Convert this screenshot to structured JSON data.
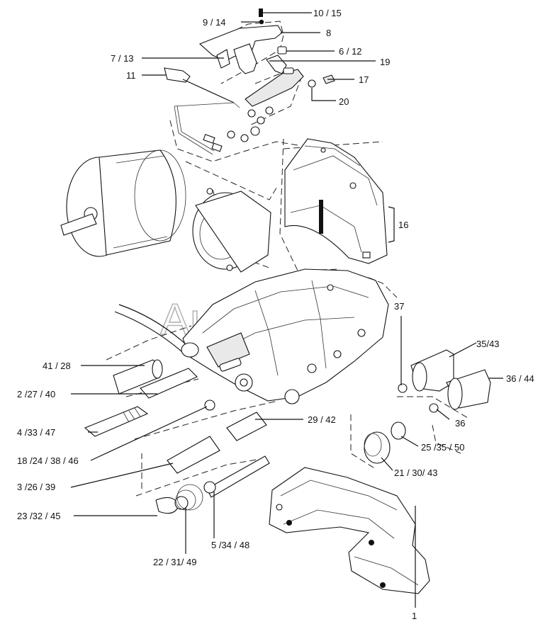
{
  "watermark": "AutoSoft",
  "callouts": [
    {
      "id": "c-10-15",
      "text": "10 / 15"
    },
    {
      "id": "c-9-14",
      "text": "9  / 14"
    },
    {
      "id": "c-8",
      "text": "8"
    },
    {
      "id": "c-6-12",
      "text": "6 / 12"
    },
    {
      "id": "c-7-13",
      "text": "7 / 13"
    },
    {
      "id": "c-19",
      "text": "19"
    },
    {
      "id": "c-11",
      "text": "11"
    },
    {
      "id": "c-17",
      "text": "17"
    },
    {
      "id": "c-20",
      "text": "20"
    },
    {
      "id": "c-16",
      "text": "16"
    },
    {
      "id": "c-37",
      "text": "37"
    },
    {
      "id": "c-35-43",
      "text": "35/43"
    },
    {
      "id": "c-41-28",
      "text": "41 / 28"
    },
    {
      "id": "c-36-44",
      "text": "36 / 44"
    },
    {
      "id": "c-2-27-40",
      "text": "2 /27 / 40"
    },
    {
      "id": "c-36",
      "text": "36"
    },
    {
      "id": "c-4-33-47",
      "text": "4 /33 / 47"
    },
    {
      "id": "c-29-42",
      "text": "29 / 42"
    },
    {
      "id": "c-25-35-50",
      "text": "25 /35 / 50"
    },
    {
      "id": "c-18-24-38-46",
      "text": "18 /24 / 38 / 46"
    },
    {
      "id": "c-21-30-43",
      "text": "21 / 30/ 43"
    },
    {
      "id": "c-3-26-39",
      "text": "3 /26 / 39"
    },
    {
      "id": "c-23-32-45",
      "text": "23 /32 / 45"
    },
    {
      "id": "c-5-34-48",
      "text": "5 /34 / 48"
    },
    {
      "id": "c-22-31-49",
      "text": "22 / 31/ 49"
    },
    {
      "id": "c-1",
      "text": "1"
    }
  ]
}
